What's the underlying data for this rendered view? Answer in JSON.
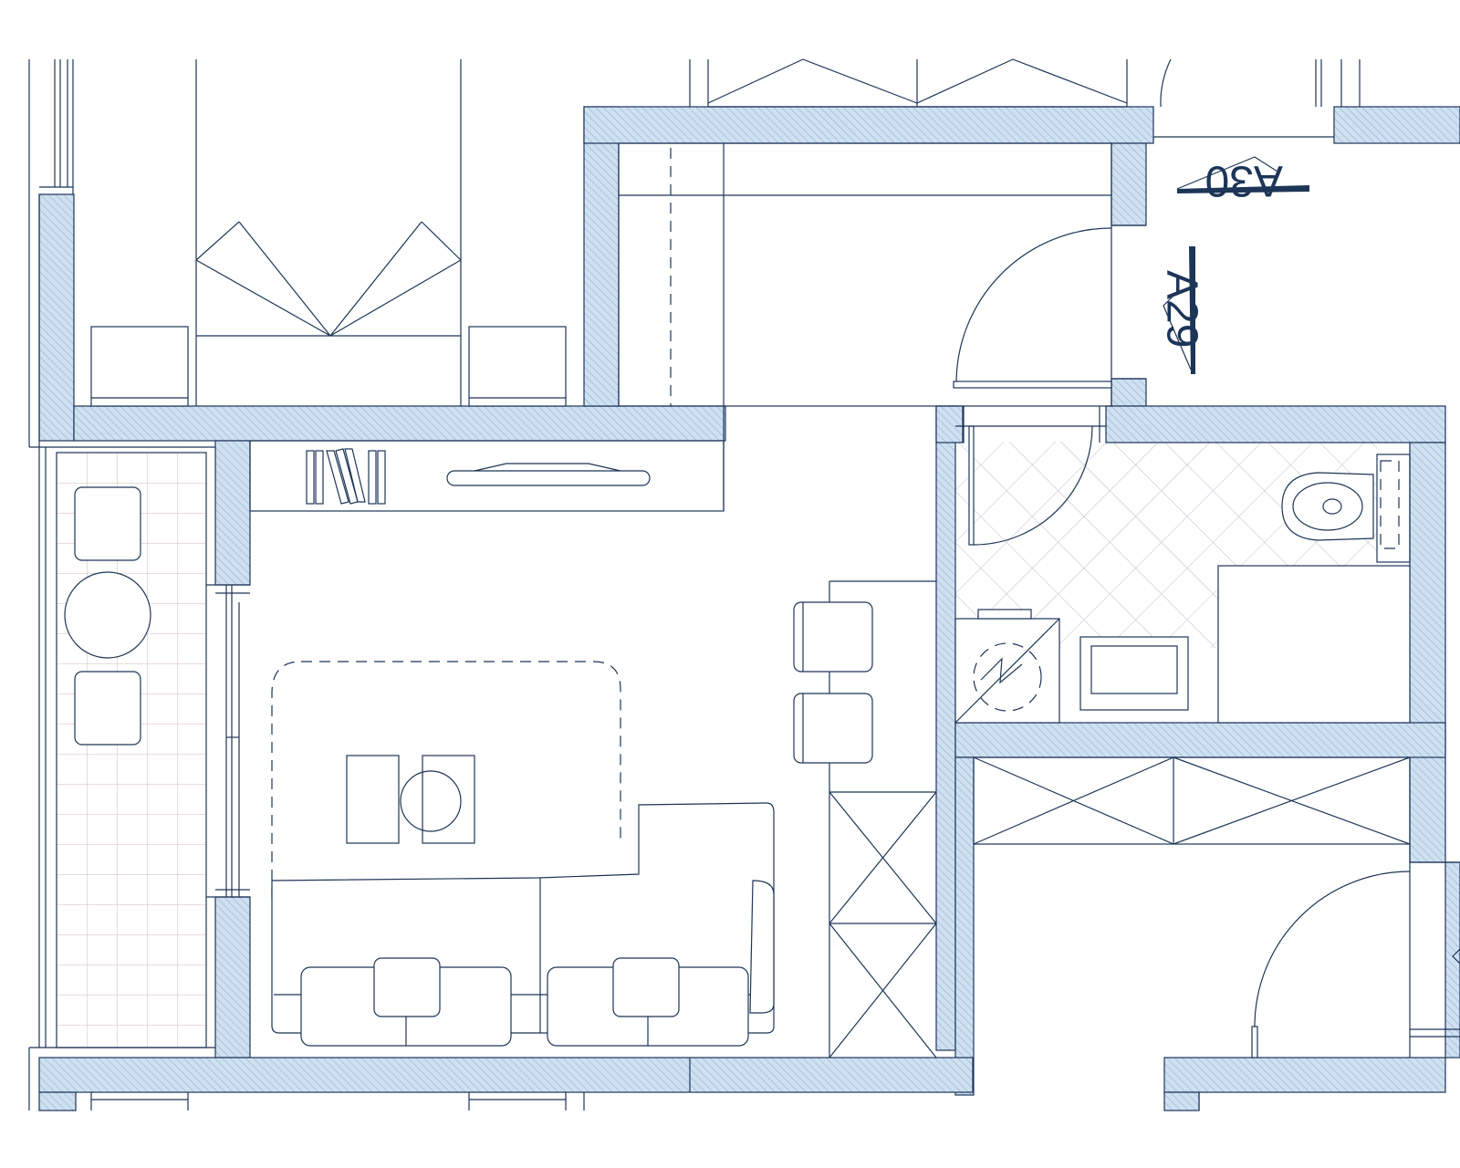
{
  "section_markers": [
    {
      "id": "marker-a30",
      "label": "A30"
    },
    {
      "id": "marker-a29",
      "label": "A29"
    }
  ],
  "colors": {
    "line": "#1d3557",
    "wall_fill": "#c7d9ec",
    "floor_tile_line": "#d6b8b4",
    "background": "#ffffff"
  }
}
